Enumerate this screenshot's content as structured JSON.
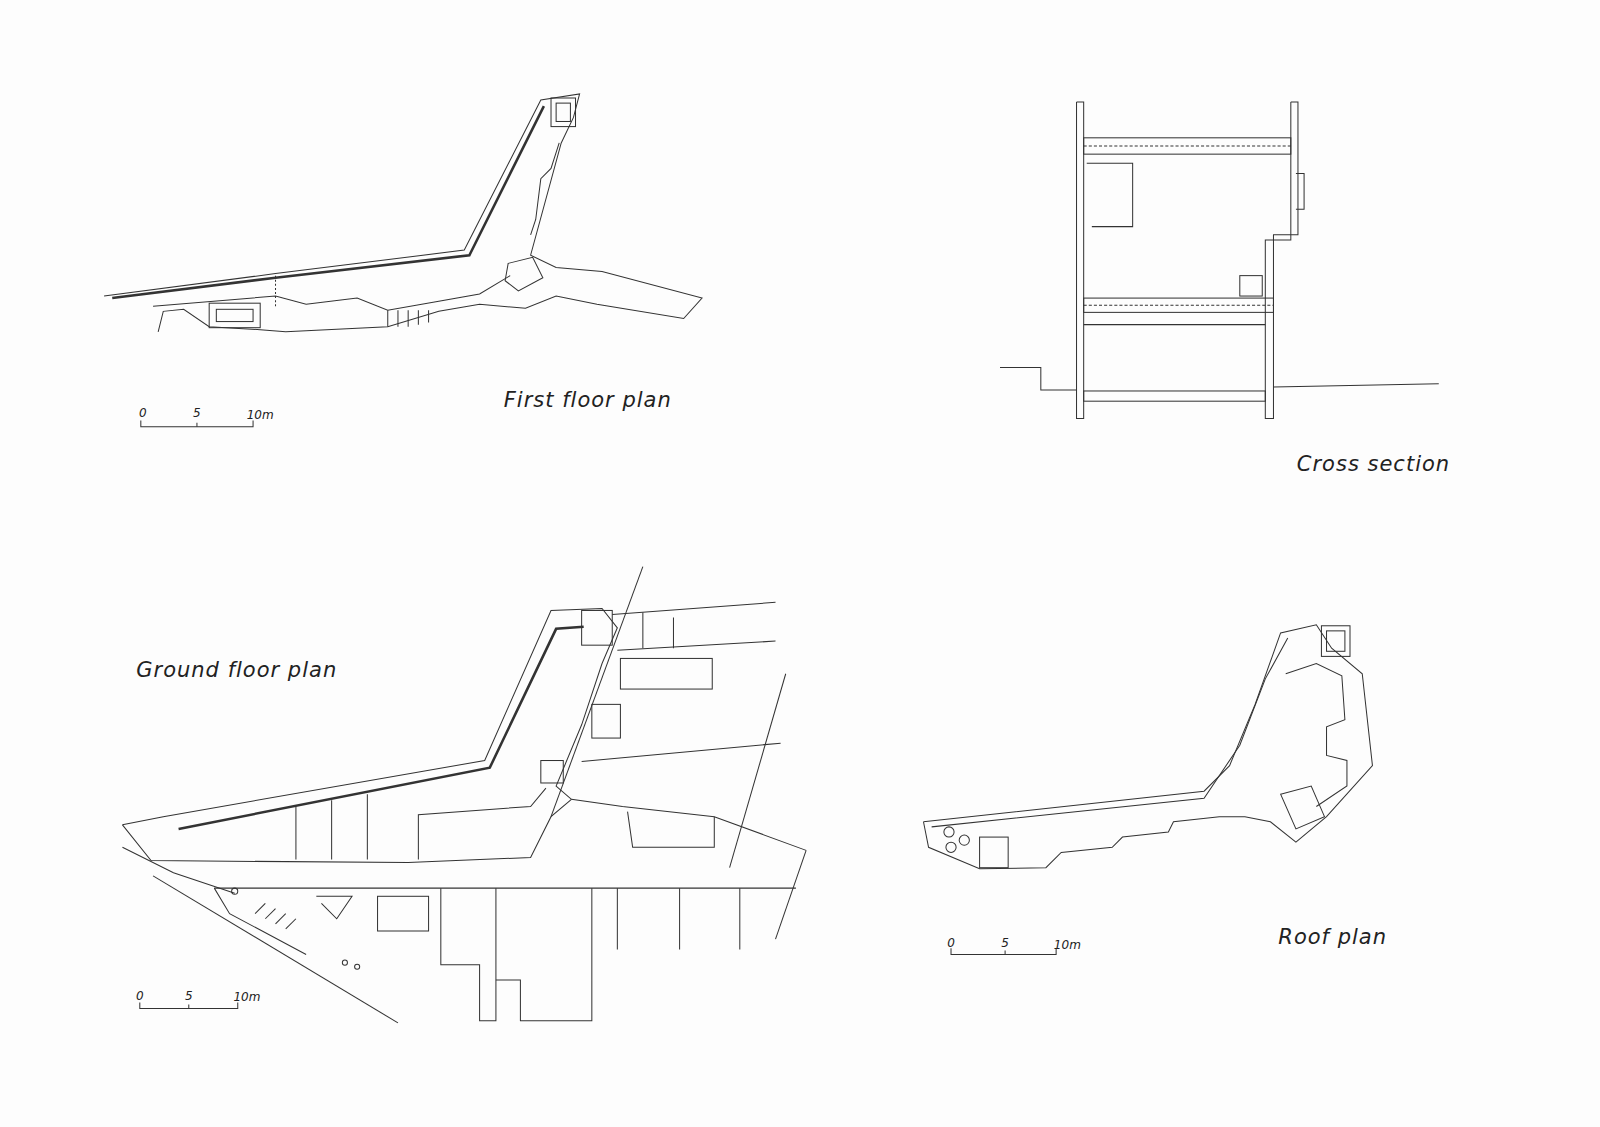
{
  "diagram": {
    "labels": [
      "First floor plan",
      "0",
      "5",
      "10m",
      "Cross section",
      "Ground floor plan",
      "0",
      "5",
      "10m",
      "Roof plan",
      "0",
      "5",
      "10m"
    ]
  }
}
